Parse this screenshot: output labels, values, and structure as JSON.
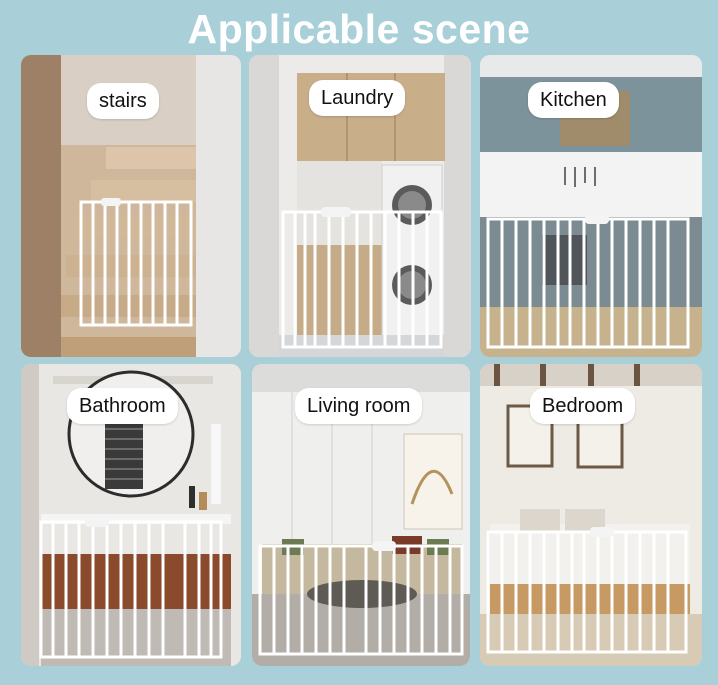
{
  "title": "Applicable scene",
  "scenes": [
    {
      "label": "stairs"
    },
    {
      "label": "Laundry"
    },
    {
      "label": "Kitchen"
    },
    {
      "label": "Bathroom"
    },
    {
      "label": "Living room"
    },
    {
      "label": "Bedroom"
    }
  ],
  "colors": {
    "background": "#a9cfd9",
    "title": "#ffffff",
    "gate": "#ffffff"
  }
}
